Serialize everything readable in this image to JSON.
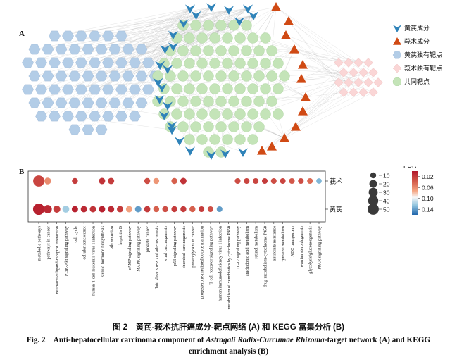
{
  "panel_a": {
    "letter": "A",
    "legend": [
      {
        "label": "黄芪成分",
        "symbol": "triangle-down-icon",
        "color": "#2f83b9"
      },
      {
        "label": "莪术成分",
        "symbol": "triangle-up-icon",
        "color": "#d04a14"
      },
      {
        "label": "黄芪独有靶点",
        "symbol": "hexagon-icon",
        "color": "#b3cde7"
      },
      {
        "label": "莪术独有靶点",
        "symbol": "diamond-icon",
        "color": "#fad6d6"
      },
      {
        "label": "共同靶点",
        "symbol": "circle-icon",
        "color": "#c4e4b8"
      }
    ]
  },
  "panel_b": {
    "letter": "B",
    "chart_data": {
      "type": "dot-plot",
      "rows": [
        "莪术",
        "黄芪"
      ],
      "categories": [
        "metabolic pathways",
        "pathways in cancer",
        "neuroactive ligand-receptor interaction",
        "PI3K-Akt signaling pathway",
        "cell cycle",
        "cellular senescence",
        "human T-cell leukemia virus 1 infection",
        "steroid hormone biosynthesis",
        "bile secretion",
        "hepatitis B",
        "cAMP signaling pathway",
        "MAPK signaling pathway",
        "prostate cancer",
        "fluid shear stress and atherosclerosis",
        "viral carcinogenesis",
        "p53 signaling pathway",
        "chemical carcinogenesis",
        "proteoglycans in cancer",
        "progesterone-mediated oocyte maturation",
        "T cell receptor signaling pathway",
        "human immunodeficiency virus 1 infection",
        "metabolism of xenobiotics by cytochrome P450",
        "IL-17 signaling pathway",
        "arachidonic acid metabolism",
        "retinol metabolism",
        "drug metabolism-cytochrome P450",
        "antifolate resistance",
        "tyrosine metabolism",
        "ABC transporters",
        "ovarian steroidogenesis",
        "glycolysis/gluconeogenesis",
        "PPAR signaling pathway"
      ],
      "points": [
        {
          "row": "莪术",
          "category": "metabolic pathways",
          "count": 50,
          "fdr": 0.025
        },
        {
          "row": "莪术",
          "category": "pathways in cancer",
          "count": 14,
          "fdr": 0.06
        },
        {
          "row": "莪术",
          "category": "cell cycle",
          "count": 10,
          "fdr": 0.02
        },
        {
          "row": "莪术",
          "category": "steroid hormone biosynthesis",
          "count": 12,
          "fdr": 0.015
        },
        {
          "row": "莪术",
          "category": "bile secretion",
          "count": 12,
          "fdr": 0.02
        },
        {
          "row": "莪术",
          "category": "prostate cancer",
          "count": 10,
          "fdr": 0.03
        },
        {
          "row": "莪术",
          "category": "fluid shear stress and atherosclerosis",
          "count": 10,
          "fdr": 0.065
        },
        {
          "row": "莪术",
          "category": "p53 signaling pathway",
          "count": 10,
          "fdr": 0.04
        },
        {
          "row": "莪术",
          "category": "chemical carcinogenesis",
          "count": 12,
          "fdr": 0.015
        },
        {
          "row": "莪术",
          "category": "IL-17 signaling pathway",
          "count": 9,
          "fdr": 0.03
        },
        {
          "row": "莪术",
          "category": "arachidonic acid metabolism",
          "count": 9,
          "fdr": 0.025
        },
        {
          "row": "莪术",
          "category": "retinol metabolism",
          "count": 9,
          "fdr": 0.025
        },
        {
          "row": "莪术",
          "category": "drug metabolism-cytochrome P450",
          "count": 9,
          "fdr": 0.02
        },
        {
          "row": "莪术",
          "category": "antifolate resistance",
          "count": 9,
          "fdr": 0.03
        },
        {
          "row": "莪术",
          "category": "tyrosine metabolism",
          "count": 9,
          "fdr": 0.025
        },
        {
          "row": "莪术",
          "category": "ABC transporters",
          "count": 9,
          "fdr": 0.035
        },
        {
          "row": "莪术",
          "category": "ovarian steroidogenesis",
          "count": 9,
          "fdr": 0.03
        },
        {
          "row": "莪术",
          "category": "glycolysis/gluconeogenesis",
          "count": 9,
          "fdr": 0.045
        },
        {
          "row": "莪术",
          "category": "PPAR signaling pathway",
          "count": 8,
          "fdr": 0.13
        },
        {
          "row": "黄芪",
          "category": "metabolic pathways",
          "count": 52,
          "fdr": 0.005
        },
        {
          "row": "黄芪",
          "category": "pathways in cancer",
          "count": 24,
          "fdr": 0.01
        },
        {
          "row": "黄芪",
          "category": "neuroactive ligand-receptor interaction",
          "count": 16,
          "fdr": 0.02
        },
        {
          "row": "黄芪",
          "category": "PI3K-Akt signaling pathway",
          "count": 15,
          "fdr": 0.12
        },
        {
          "row": "黄芪",
          "category": "cell cycle",
          "count": 12,
          "fdr": 0.005
        },
        {
          "row": "黄芪",
          "category": "cellular senescence",
          "count": 12,
          "fdr": 0.01
        },
        {
          "row": "黄芪",
          "category": "human T-cell leukemia virus 1 infection",
          "count": 12,
          "fdr": 0.015
        },
        {
          "row": "黄芪",
          "category": "steroid hormone biosynthesis",
          "count": 12,
          "fdr": 0.005
        },
        {
          "row": "黄芪",
          "category": "bile secretion",
          "count": 12,
          "fdr": 0.01
        },
        {
          "row": "黄芪",
          "category": "hepatitis B",
          "count": 12,
          "fdr": 0.02
        },
        {
          "row": "黄芪",
          "category": "cAMP signaling pathway",
          "count": 12,
          "fdr": 0.07
        },
        {
          "row": "黄芪",
          "category": "MAPK signaling pathway",
          "count": 12,
          "fdr": 0.14
        },
        {
          "row": "黄芪",
          "category": "prostate cancer",
          "count": 11,
          "fdr": 0.02
        },
        {
          "row": "黄芪",
          "category": "fluid shear stress and atherosclerosis",
          "count": 10,
          "fdr": 0.04
        },
        {
          "row": "黄芪",
          "category": "viral carcinogenesis",
          "count": 10,
          "fdr": 0.03
        },
        {
          "row": "黄芪",
          "category": "p53 signaling pathway",
          "count": 10,
          "fdr": 0.02
        },
        {
          "row": "黄芪",
          "category": "chemical carcinogenesis",
          "count": 10,
          "fdr": 0.02
        },
        {
          "row": "黄芪",
          "category": "proteoglycans in cancer",
          "count": 10,
          "fdr": 0.04
        },
        {
          "row": "黄芪",
          "category": "progesterone-mediated oocyte maturation",
          "count": 9,
          "fdr": 0.02
        },
        {
          "row": "黄芪",
          "category": "T cell receptor signaling pathway",
          "count": 9,
          "fdr": 0.03
        },
        {
          "row": "黄芪",
          "category": "human immunodeficiency virus 1 infection",
          "count": 9,
          "fdr": 0.14
        }
      ],
      "size_legend": {
        "title": "基因数",
        "values": [
          10,
          20,
          30,
          40,
          50
        ]
      },
      "color_legend": {
        "title": "FDR",
        "ticks": [
          0.02,
          0.06,
          0.1,
          0.14
        ],
        "low_color": "#b2182b",
        "mid_color": "#f7f7f7",
        "high_color": "#2166ac",
        "domain": [
          0.0,
          0.16
        ]
      }
    }
  },
  "caption": {
    "cn": "图 2　黄芪-莪术抗肝癌成分-靶点网络 (A) 和 KEGG 富集分析 (B)",
    "en_prefix": "Fig. 2　Anti-hepatocellular carcinoma component of ",
    "en_italic": "Astragali Radix-Curcumae Rhizoma",
    "en_suffix": "-target network (A) and KEGG enrichment analysis (B)"
  }
}
